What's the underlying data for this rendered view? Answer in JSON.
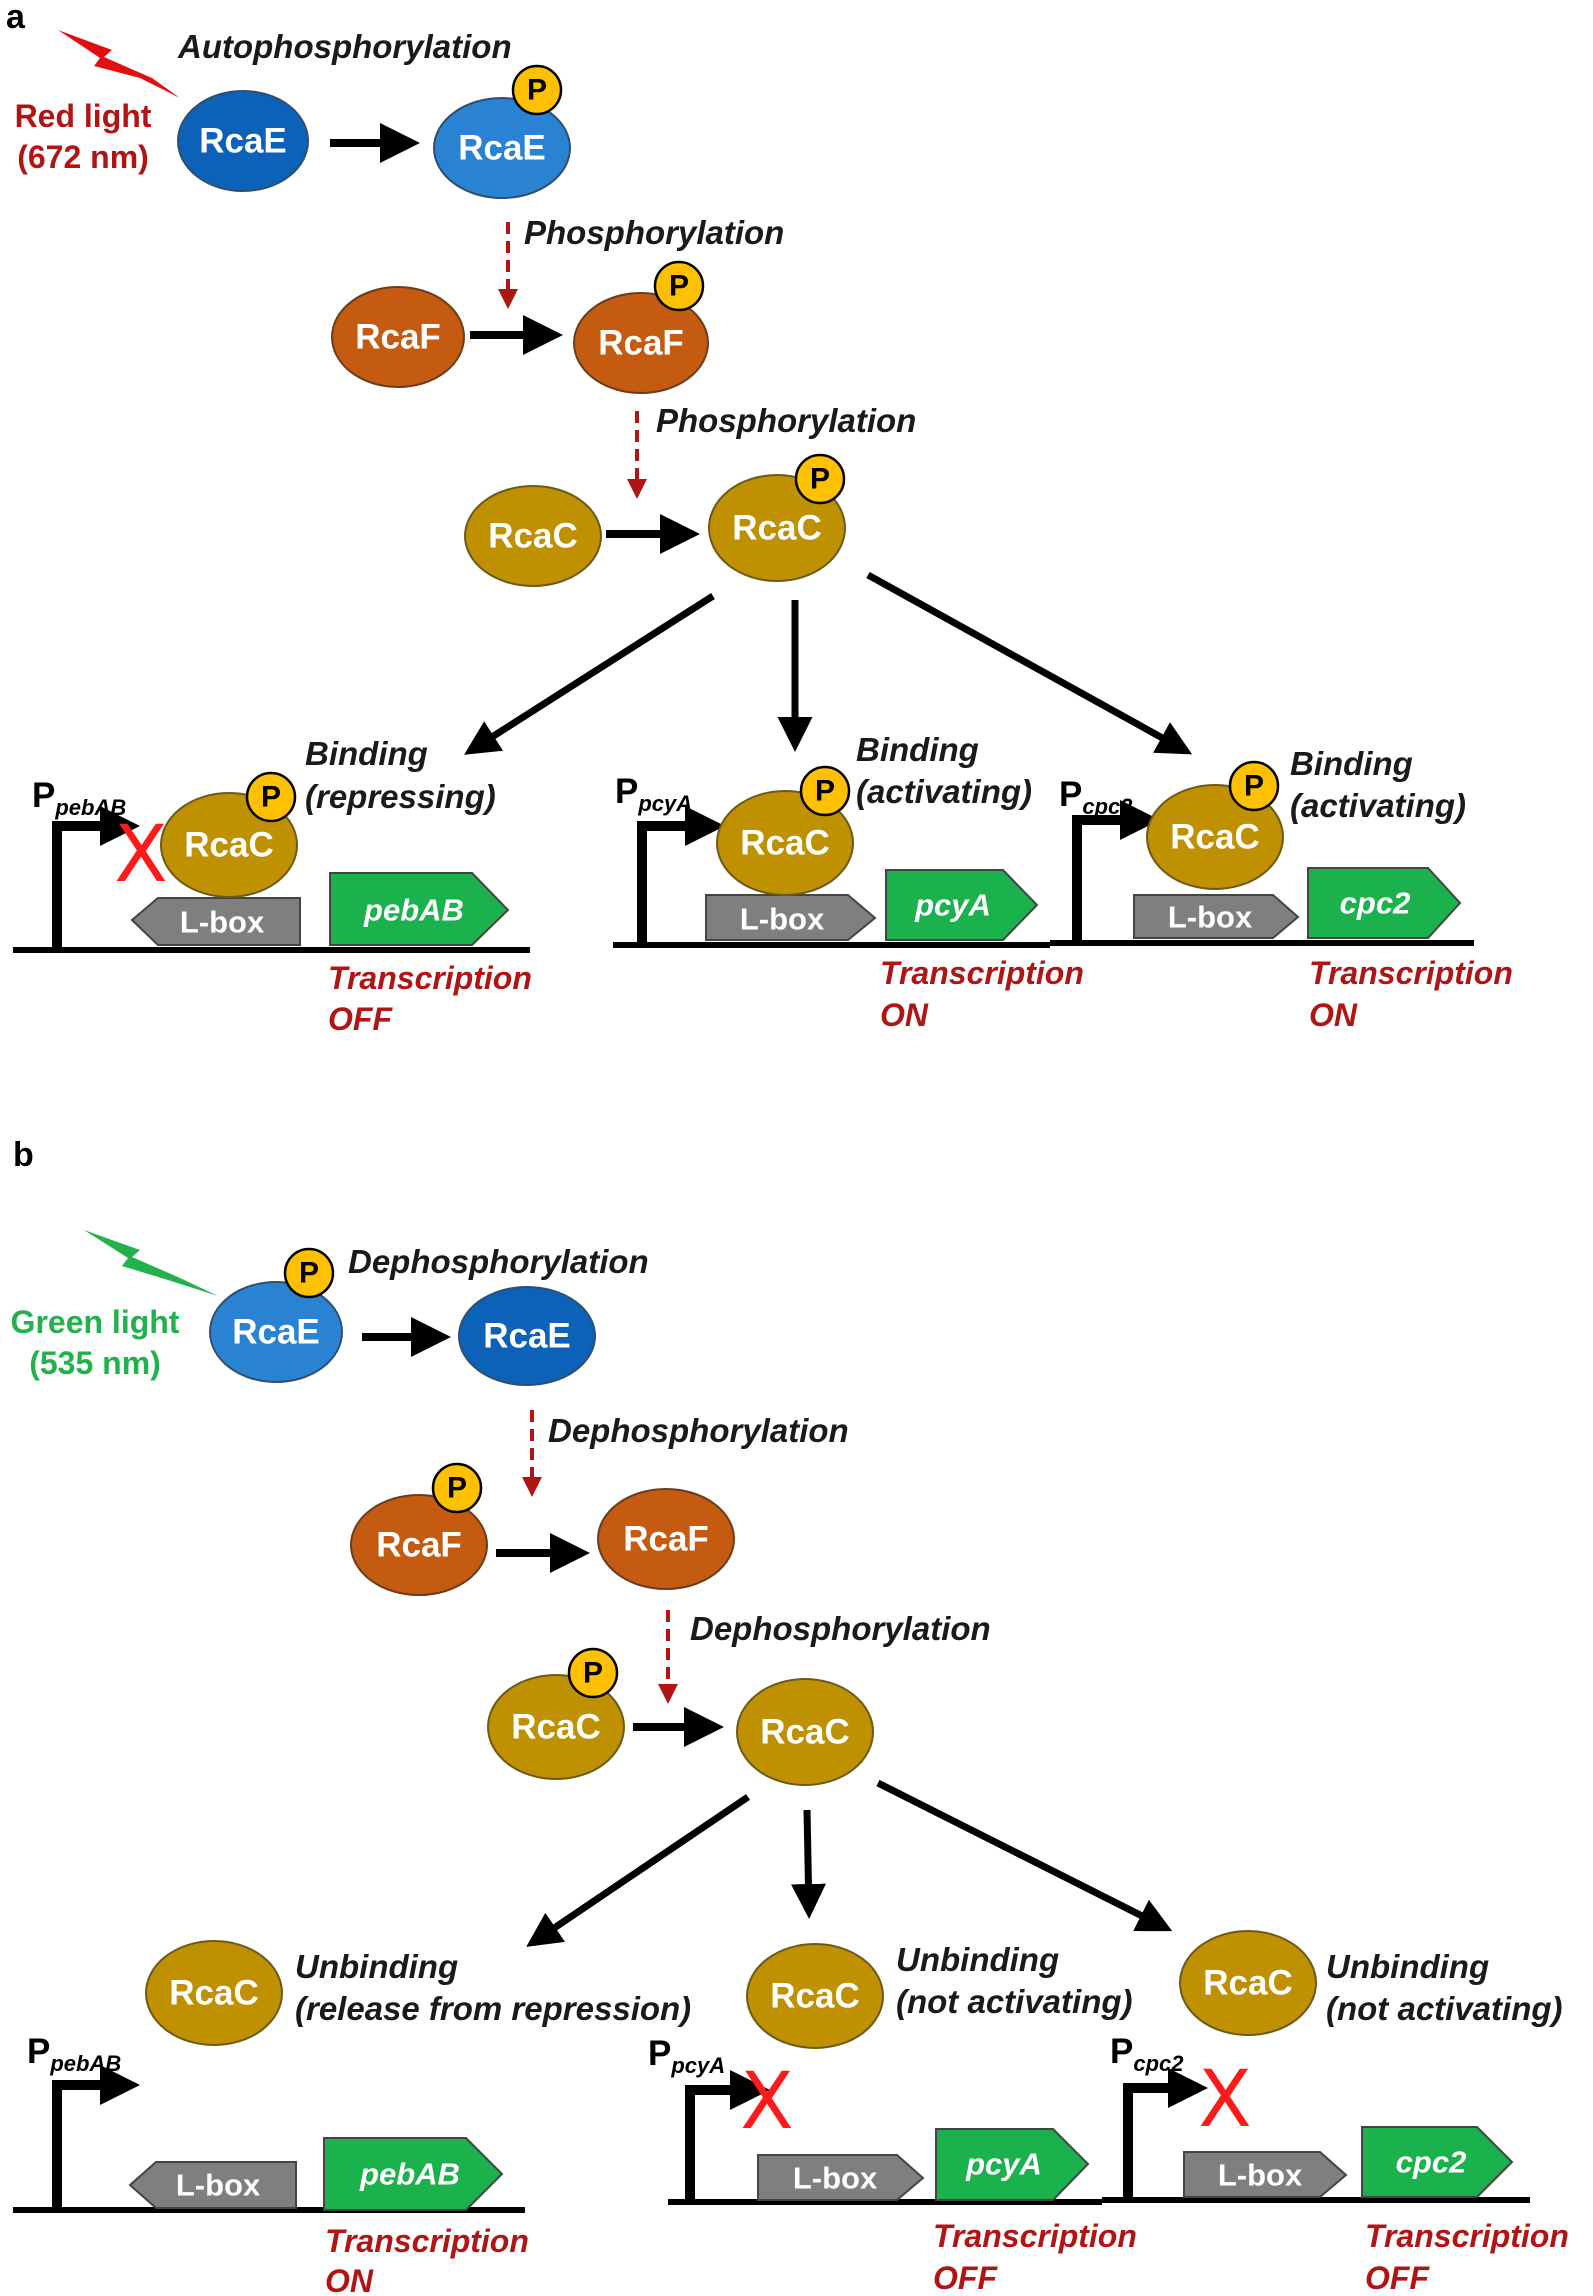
{
  "panel_a": {
    "label": "a",
    "light_label": "Red light",
    "light_wavelength": "(672 nm)",
    "step1_label": "Autophosphorylation",
    "step2_label": "Phosphorylation",
    "step3_label": "Phosphorylation",
    "nodes": {
      "rcae": "RcaE",
      "rcaf": "RcaF",
      "rcac": "RcaC",
      "p": "P"
    },
    "operons": [
      {
        "prom_main": "P",
        "prom_sub": "pebAB",
        "action1": "Binding",
        "action2": "(repressing)",
        "lbox": "L-box",
        "gene": "pebAB",
        "trans1": "Transcription",
        "trans2": "OFF"
      },
      {
        "prom_main": "P",
        "prom_sub": "pcyA",
        "action1": "Binding",
        "action2": "(activating)",
        "lbox": "L-box",
        "gene": "pcyA",
        "trans1": "Transcription",
        "trans2": "ON"
      },
      {
        "prom_main": "P",
        "prom_sub": "cpc2",
        "action1": "Binding",
        "action2": "(activating)",
        "lbox": "L-box",
        "gene": "cpc2",
        "trans1": "Transcription",
        "trans2": "ON"
      }
    ]
  },
  "panel_b": {
    "label": "b",
    "light_label": "Green light",
    "light_wavelength": "(535 nm)",
    "step1_label": "Dephosphorylation",
    "step2_label": "Dephosphorylation",
    "step3_label": "Dephosphorylation",
    "nodes": {
      "rcae": "RcaE",
      "rcaf": "RcaF",
      "rcac": "RcaC",
      "p": "P"
    },
    "operons": [
      {
        "prom_main": "P",
        "prom_sub": "pebAB",
        "action1": "Unbinding",
        "action2": "(release from repression)",
        "lbox": "L-box",
        "gene": "pebAB",
        "trans1": "Transcription",
        "trans2": "ON"
      },
      {
        "prom_main": "P",
        "prom_sub": "pcyA",
        "action1": "Unbinding",
        "action2": "(not activating)",
        "lbox": "L-box",
        "gene": "pcyA",
        "trans1": "Transcription",
        "trans2": "OFF"
      },
      {
        "prom_main": "P",
        "prom_sub": "cpc2",
        "action1": "Unbinding",
        "action2": "(not activating)",
        "lbox": "L-box",
        "gene": "cpc2",
        "trans1": "Transcription",
        "trans2": "OFF"
      }
    ]
  },
  "colors": {
    "rcae_dark": "#0b62b8",
    "rcae_light": "#2a83d2",
    "rcaf": "#c55a11",
    "rcac": "#bf9000",
    "phospho": "#ffc000",
    "lbox": "#7f7f7f",
    "gene": "#1bb14c",
    "red_text": "#b01515",
    "green_text": "#22b14c",
    "lightning_red": "#e01010",
    "lightning_green": "#22b14c"
  }
}
